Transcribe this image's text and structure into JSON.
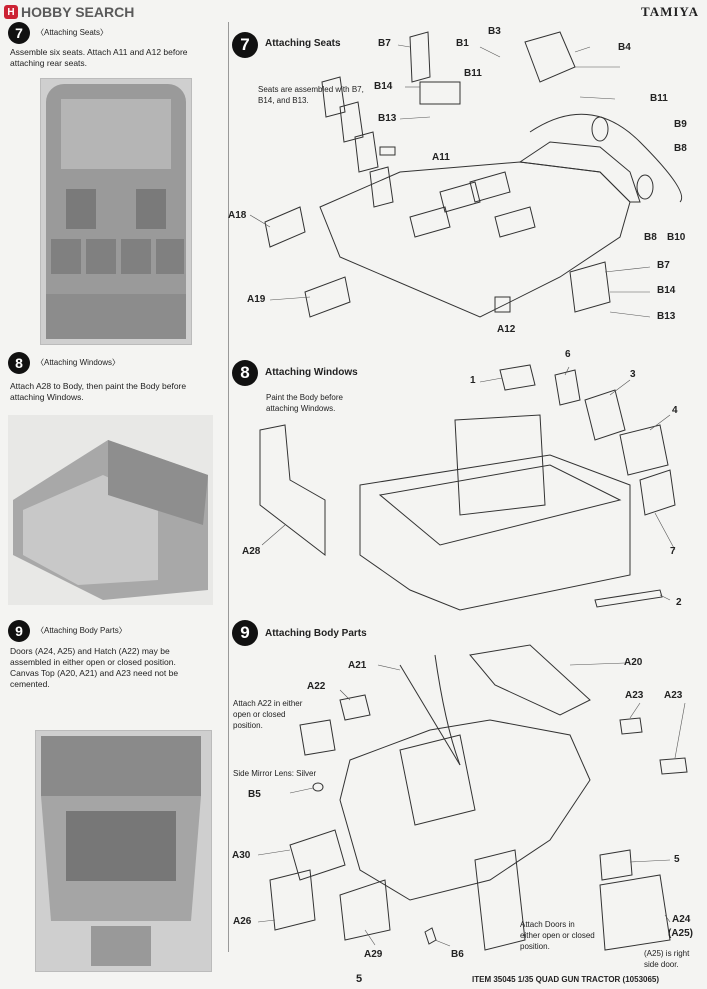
{
  "header": {
    "site": "HOBBY SEARCH",
    "brand": "TAMIYA"
  },
  "left": {
    "step7": {
      "num": "7",
      "title": "〈Attaching Seats〉",
      "text": "Assemble six seats. Attach A11 and A12 before attaching rear seats."
    },
    "step8": {
      "num": "8",
      "title": "〈Attaching Windows〉",
      "text": "Attach A28 to Body, then paint the Body before attaching Windows."
    },
    "step9": {
      "num": "9",
      "title": "〈Attaching Body Parts〉",
      "text": "Doors (A24, A25) and Hatch (A22) may be assembled in either open or closed position. Canvas Top (A20, A21) and A23 need not be cemented."
    }
  },
  "right": {
    "step7": {
      "num": "7",
      "title": "Attaching Seats",
      "note": "Seats are assembled with B7, B14, and B13.",
      "labels": [
        "B7",
        "B1",
        "B3",
        "B4",
        "B11",
        "B14",
        "B11",
        "B13",
        "A11",
        "B9",
        "B8",
        "A18",
        "B8",
        "B10",
        "B7",
        "B14",
        "A19",
        "B13",
        "A12"
      ]
    },
    "step8": {
      "num": "8",
      "title": "Attaching Windows",
      "note": "Paint the Body before attaching Windows.",
      "labels": [
        "1",
        "6",
        "3",
        "4",
        "A28",
        "7",
        "2"
      ]
    },
    "step9": {
      "num": "9",
      "title": "Attaching Body Parts",
      "note_a22": "Attach A22 in either open or closed position.",
      "note_mirror": "Side Mirror Lens: Silver",
      "note_doors": "Attach Doors in either open or closed position.",
      "note_a25": "(A25) is right side door.",
      "labels": [
        "A21",
        "A20",
        "A22",
        "A23",
        "A23",
        "B5",
        "A30",
        "5",
        "A26",
        "A29",
        "B6",
        "A24",
        "(A25)"
      ]
    }
  },
  "footer": {
    "page": "5",
    "item": "ITEM 35045  1/35 QUAD GUN TRACTOR (1053065)"
  }
}
